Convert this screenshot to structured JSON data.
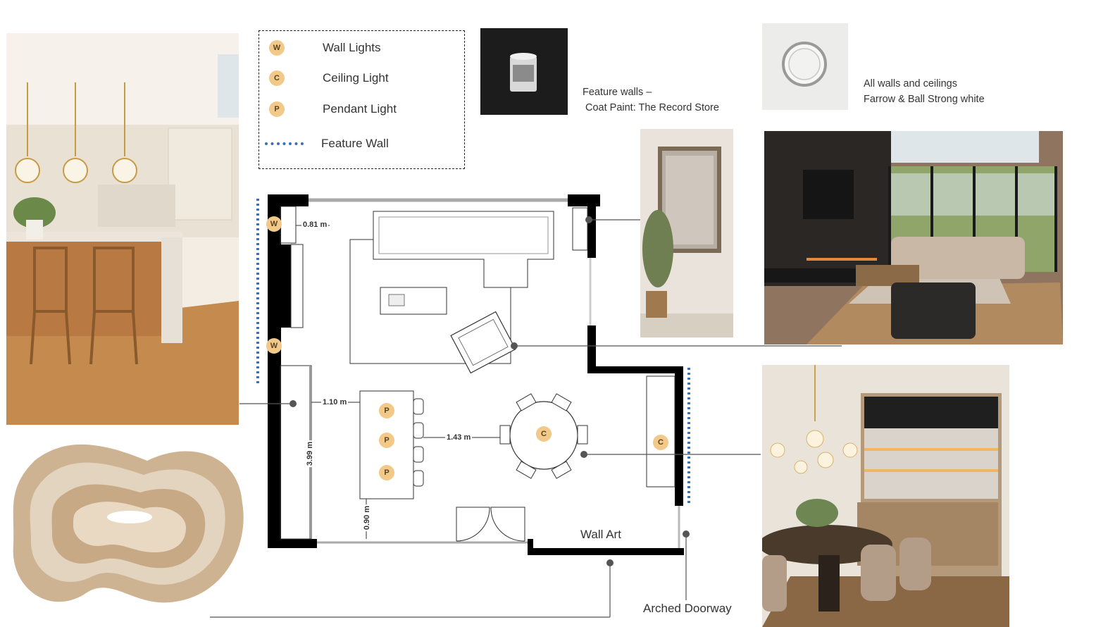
{
  "legend": {
    "items": [
      {
        "marker": "W",
        "label": "Wall Lights"
      },
      {
        "marker": "C",
        "label": "Ceiling Light"
      },
      {
        "marker": "P",
        "label": "Pendant Light"
      }
    ],
    "feature_wall_label": "Feature Wall"
  },
  "notes": {
    "feature_walls_line1": "Feature walls –",
    "feature_walls_line2": "Coat Paint: The Record Store",
    "walls_ceilings_line1": "All walls and ceilings",
    "walls_ceilings_line2": "Farrow & Ball Strong white"
  },
  "plan": {
    "markers": {
      "wall": "W",
      "ceiling": "C",
      "pendant": "P"
    },
    "dimensions": {
      "fireplace_gap": "0.81 m",
      "island_gap": "1.10 m",
      "island_length": "3.99 m",
      "table_gap": "1.43 m",
      "door_gap": "0.90 m"
    },
    "wall_art_label": "Wall Art",
    "arched_doorway_label": "Arched Doorway"
  },
  "colors": {
    "marker_fill": "#f2c989",
    "feature_wall_dots": "#3b6fb6",
    "wall": "#000000"
  },
  "images": [
    {
      "name": "kitchen-photo",
      "subject": "kitchen island with pendant lights"
    },
    {
      "name": "paint-swatch-dark",
      "subject": "paint tin"
    },
    {
      "name": "paint-swatch-white",
      "subject": "paint tin"
    },
    {
      "name": "mirror-photo",
      "subject": "mirror and plant"
    },
    {
      "name": "living-room-photo",
      "subject": "living room"
    },
    {
      "name": "dining-photo",
      "subject": "dining area with bar"
    },
    {
      "name": "wall-art-sculpture",
      "subject": "wall art"
    }
  ]
}
